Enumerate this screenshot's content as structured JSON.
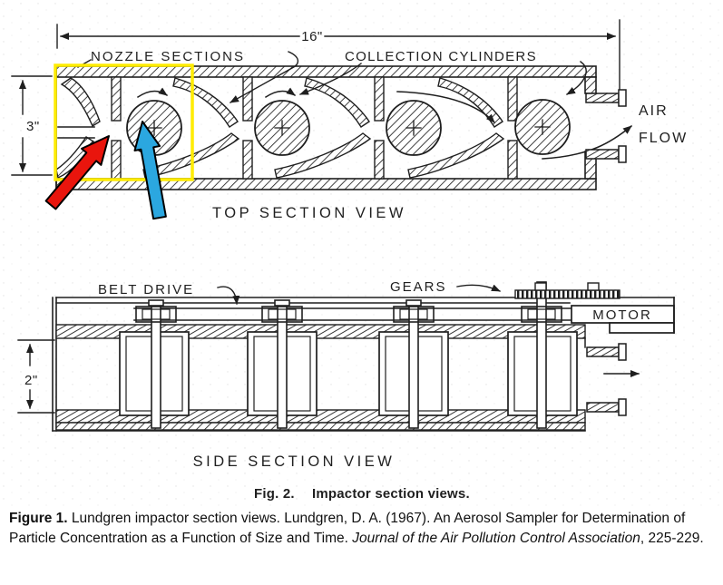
{
  "figure": {
    "ink_color": "#1f1f1f",
    "top_view": {
      "length_dimension": "16\"",
      "height_dimension": "3\"",
      "nozzle_label": "NOZZLE SECTIONS",
      "cylinders_label": "COLLECTION CYLINDERS",
      "airflow_label_line1": "AIR",
      "airflow_label_line2": "FLOW",
      "title": "TOP SECTION VIEW"
    },
    "side_view": {
      "height_dimension": "2\"",
      "belt_label": "BELT DRIVE",
      "gears_label": "GEARS",
      "motor_label": "MOTOR",
      "title": "SIDE SECTION VIEW"
    },
    "fig_caption": {
      "label": "Fig. 2.",
      "title": "Impactor section views."
    },
    "annotations": {
      "highlight_box_color": "#ffec00",
      "red_arrow_color": "#e9150d",
      "blue_arrow_color": "#2ba7e0"
    }
  },
  "caption": {
    "label": "Figure 1.",
    "text_before": " Lundgren impactor section views. Lundgren, D. A. (1967). An Aerosol Sampler for Determination of Particle Concentration as a Function of Size and Time. ",
    "journal": "Journal of the Air Pollution Control Association",
    "text_after": ", 225-229."
  }
}
